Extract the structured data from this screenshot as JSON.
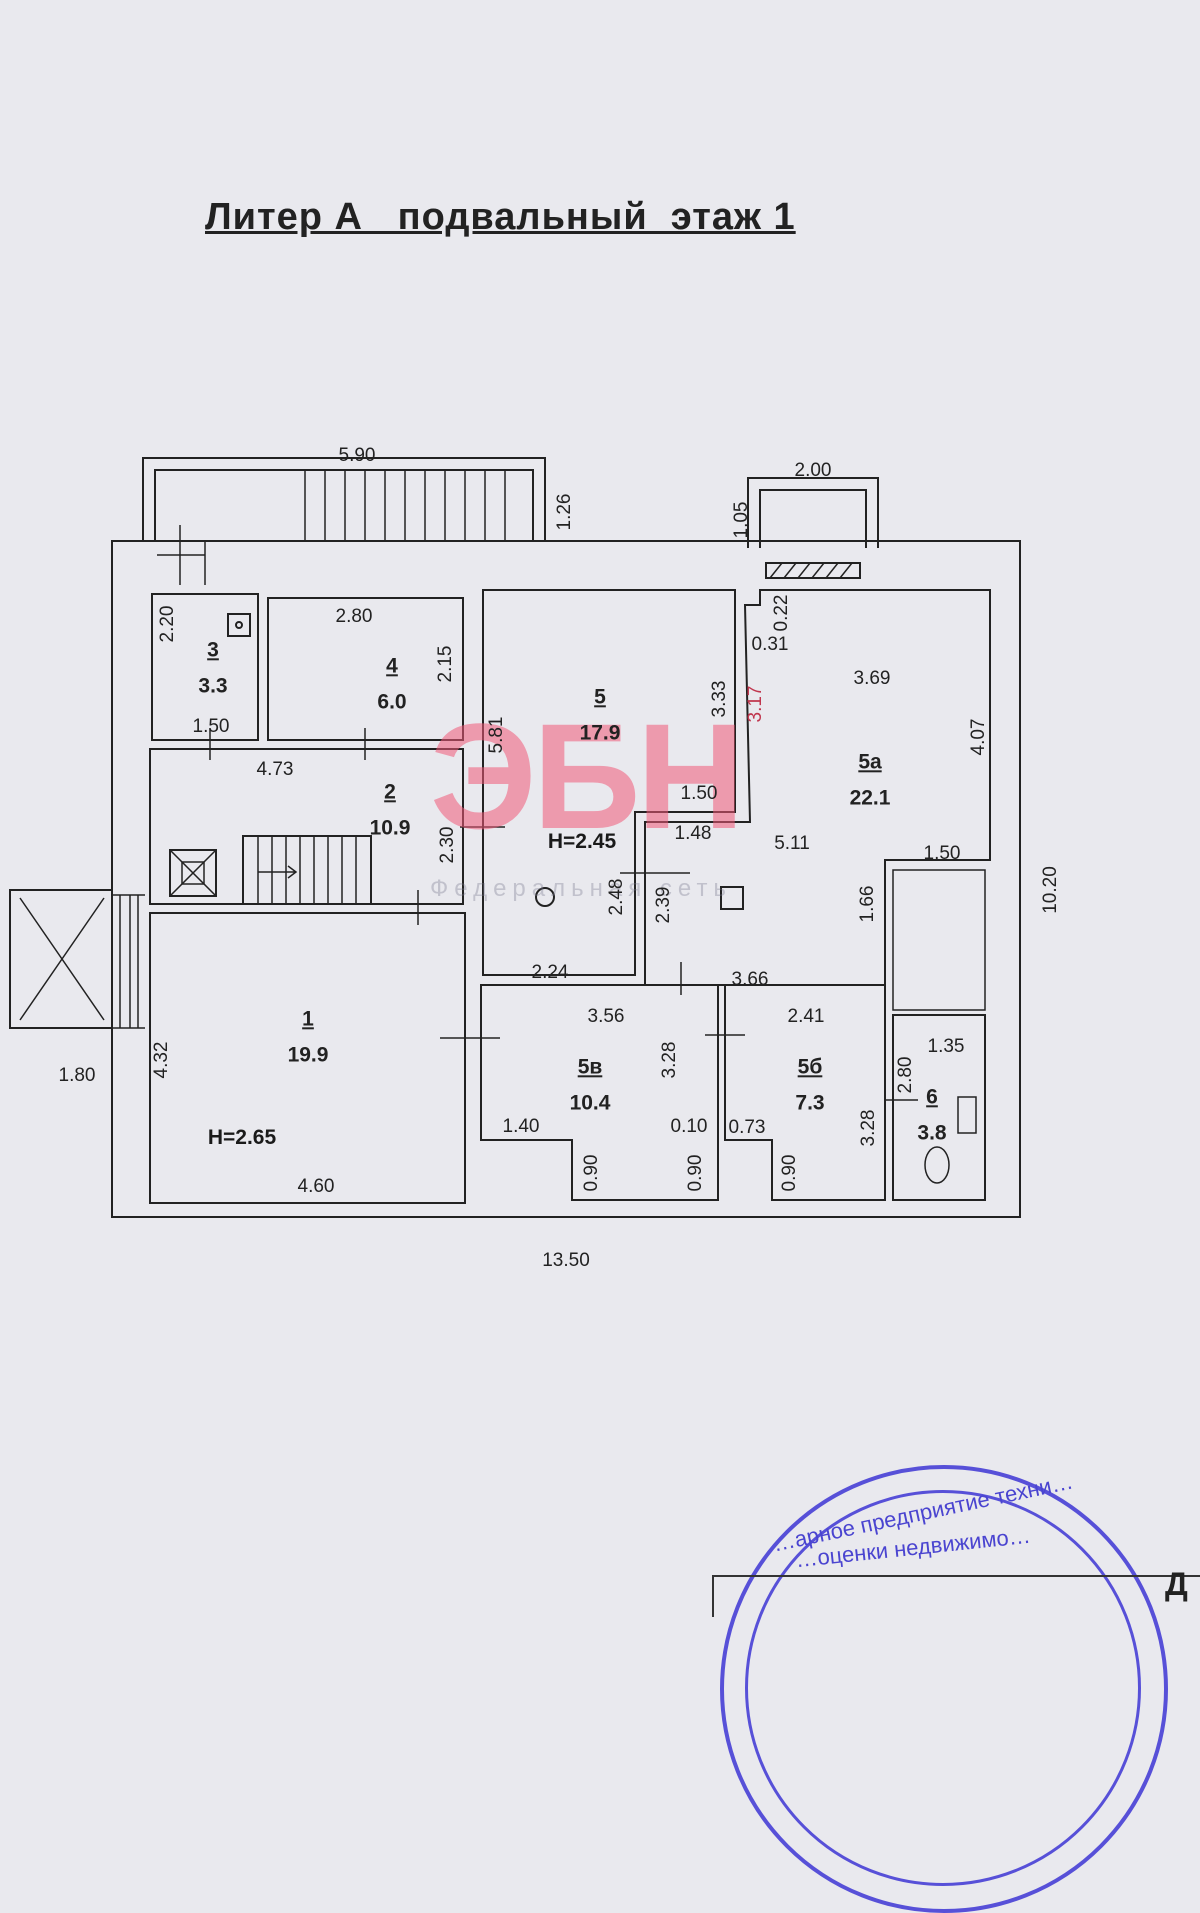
{
  "title": "Литер А   подвальный  этаж 1",
  "watermark": {
    "logo": "ЭБН",
    "subtitle": "Федеральная сеть"
  },
  "rooms": [
    {
      "num": "3",
      "area": "3.3"
    },
    {
      "num": "4",
      "area": "6.0"
    },
    {
      "num": "5",
      "area": "17.9"
    },
    {
      "num": "5а",
      "area": "22.1"
    },
    {
      "num": "2",
      "area": "10.9"
    },
    {
      "num": "1",
      "area": "19.9"
    },
    {
      "num": "5в",
      "area": "10.4"
    },
    {
      "num": "5б",
      "area": "7.3"
    },
    {
      "num": "6",
      "area": "3.8"
    }
  ],
  "heights": [
    "H=2.45",
    "H=2.65"
  ],
  "dimensions": [
    "5.90",
    "2.00",
    "1.26",
    "1.05",
    "2.20",
    "2.80",
    "2.15",
    "1.50",
    "4.73",
    "0.22",
    "0.31",
    "3.69",
    "3.33",
    "3.17",
    "5.81",
    "4.07",
    "1.50",
    "1.48",
    "5.11",
    "2.30",
    "1.50",
    "1.66",
    "2.48",
    "2.39",
    "10.20",
    "2.24",
    "3.66",
    "3.56",
    "2.41",
    "1.35",
    "3.28",
    "2.80",
    "4.32",
    "1.80",
    "3.28",
    "1.40",
    "0.10",
    "0.73",
    "0.90",
    "0.90",
    "0.90",
    "4.60",
    "13.50"
  ],
  "stamp": {
    "line1": "…арное предприятие техни…",
    "line2": "…оценки недвижимо…"
  },
  "corner_text": "Д"
}
